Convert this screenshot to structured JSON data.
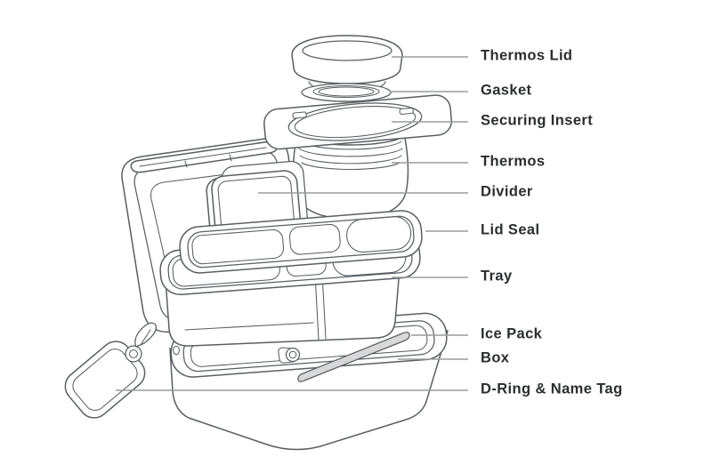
{
  "diagram": {
    "type": "exploded-parts-diagram",
    "subject": "lunch box bento set",
    "parts": [
      {
        "id": "thermos-lid",
        "label": "Thermos Lid"
      },
      {
        "id": "gasket",
        "label": "Gasket"
      },
      {
        "id": "securing-insert",
        "label": "Securing Insert"
      },
      {
        "id": "thermos",
        "label": "Thermos"
      },
      {
        "id": "divider",
        "label": "Divider"
      },
      {
        "id": "lid-seal",
        "label": "Lid Seal"
      },
      {
        "id": "tray",
        "label": "Tray"
      },
      {
        "id": "ice-pack",
        "label": "Ice Pack"
      },
      {
        "id": "box",
        "label": "Box"
      },
      {
        "id": "d-ring-name-tag",
        "label": "D-Ring & Name Tag"
      }
    ]
  },
  "colors": {
    "background": "#ffffff",
    "line": "#5a5e62",
    "leader": "#9a9c9e",
    "label_text": "#2b2d30"
  }
}
